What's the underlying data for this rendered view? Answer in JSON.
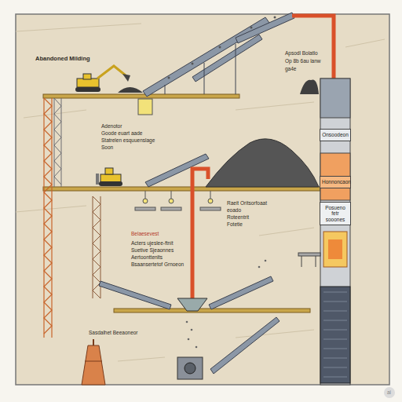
{
  "diagram": {
    "title": "Abandoned Milding",
    "nodes": [
      {
        "text": [
          "Onsoodeon"
        ]
      },
      {
        "text": [
          "Honnoncaon"
        ]
      },
      {
        "text": [
          "Posueno fetr sooones"
        ]
      }
    ],
    "labels": [
      "Apsodl Bolatlo",
      "Op 8b 6au lanw",
      "ga4e",
      "Adenotor",
      "Goode euart aade",
      "Statrelen esquuenslage",
      "Soon",
      "Raeit Oritsorfoaat",
      "eoado",
      "Roteentrit",
      "Fotetie",
      "Belaesevest",
      "Acters ujeslee-ftnit",
      "Suetive Sjeaonnes",
      "Aertoonttenlts",
      "Bsaansertetof Grnoeon",
      "Sasdalhet Beeaoneor",
      "ai"
    ]
  }
}
